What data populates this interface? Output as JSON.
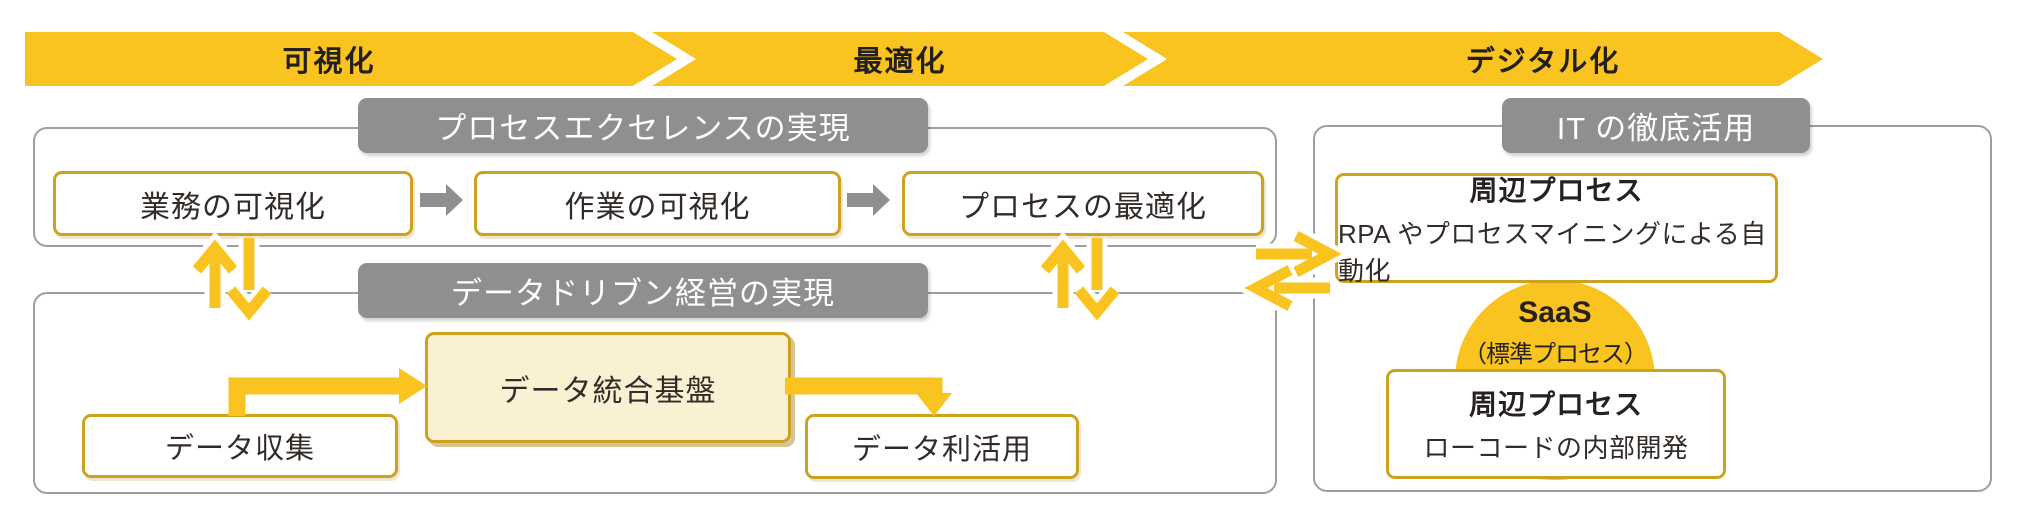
{
  "colors": {
    "accent_yellow": "#F9C420",
    "gold_border": "#CDA21F",
    "header_gray": "#8F8F8F",
    "panel_border_gray": "#9E9E9E",
    "platform_cream": "#FAF0D2",
    "text_dark": "#322B28"
  },
  "banners": [
    {
      "label": "可視化"
    },
    {
      "label": "最適化"
    },
    {
      "label": "デジタル化"
    }
  ],
  "process_panel": {
    "header": "プロセスエクセレンスの実現",
    "steps": [
      "業務の可視化",
      "作業の可視化",
      "プロセスの最適化"
    ]
  },
  "data_panel": {
    "header": "データドリブン経営の実現",
    "collect": "データ収集",
    "platform": "データ統合基盤",
    "utilize": "データ利活用"
  },
  "it_panel": {
    "header": "IT の徹底活用",
    "top_box": {
      "title": "周辺プロセス",
      "subtitle": "RPA やプロセスマイニングによる自動化"
    },
    "saas": {
      "title": "SaaS",
      "subtitle": "（標準プロセス）"
    },
    "bottom_box": {
      "title": "周辺プロセス",
      "subtitle": "ローコードの内部開発"
    }
  }
}
